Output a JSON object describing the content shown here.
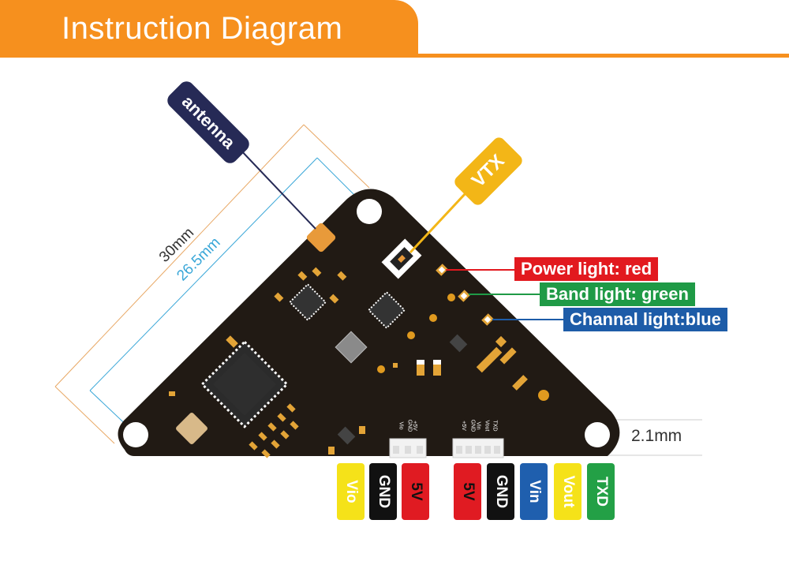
{
  "header": {
    "title": "Instruction Diagram",
    "accent": "#f6901e"
  },
  "tags": {
    "antenna": {
      "text": "antenna",
      "color": "#262a56"
    },
    "vtx": {
      "text": "VTX",
      "color": "#f3b617"
    }
  },
  "dimensions": {
    "outer": "30mm",
    "inner": "26.5mm",
    "thickness": "2.1mm",
    "outer_color": "#e8a865",
    "inner_color": "#3aa7d8"
  },
  "leds": [
    {
      "text": "Power light: red",
      "color": "#e2191f"
    },
    {
      "text": "Band light: green",
      "color": "#1f9a46"
    },
    {
      "text": "Channal light:blue",
      "color": "#1d5ca8"
    }
  ],
  "connectors": {
    "small_silk": [
      "+5V",
      "GND",
      "Vio"
    ],
    "large_silk": [
      "TXD",
      "Vout",
      "Vin",
      "GND",
      "+5V"
    ]
  },
  "pins_left": [
    {
      "text": "Vio",
      "bg": "#f5e219",
      "fg": "#ffffff"
    },
    {
      "text": "GND",
      "bg": "#111111",
      "fg": "#ffffff"
    },
    {
      "text": "5V",
      "bg": "#e01b22",
      "fg": "#111111"
    }
  ],
  "pins_right": [
    {
      "text": "5V",
      "bg": "#e01b22",
      "fg": "#111111"
    },
    {
      "text": "GND",
      "bg": "#111111",
      "fg": "#ffffff"
    },
    {
      "text": "Vin",
      "bg": "#1f5fae",
      "fg": "#ffffff"
    },
    {
      "text": "Vout",
      "bg": "#f5e219",
      "fg": "#ffffff"
    },
    {
      "text": "TXD",
      "bg": "#23a046",
      "fg": "#ffffff"
    }
  ],
  "board_color": "#211a14"
}
